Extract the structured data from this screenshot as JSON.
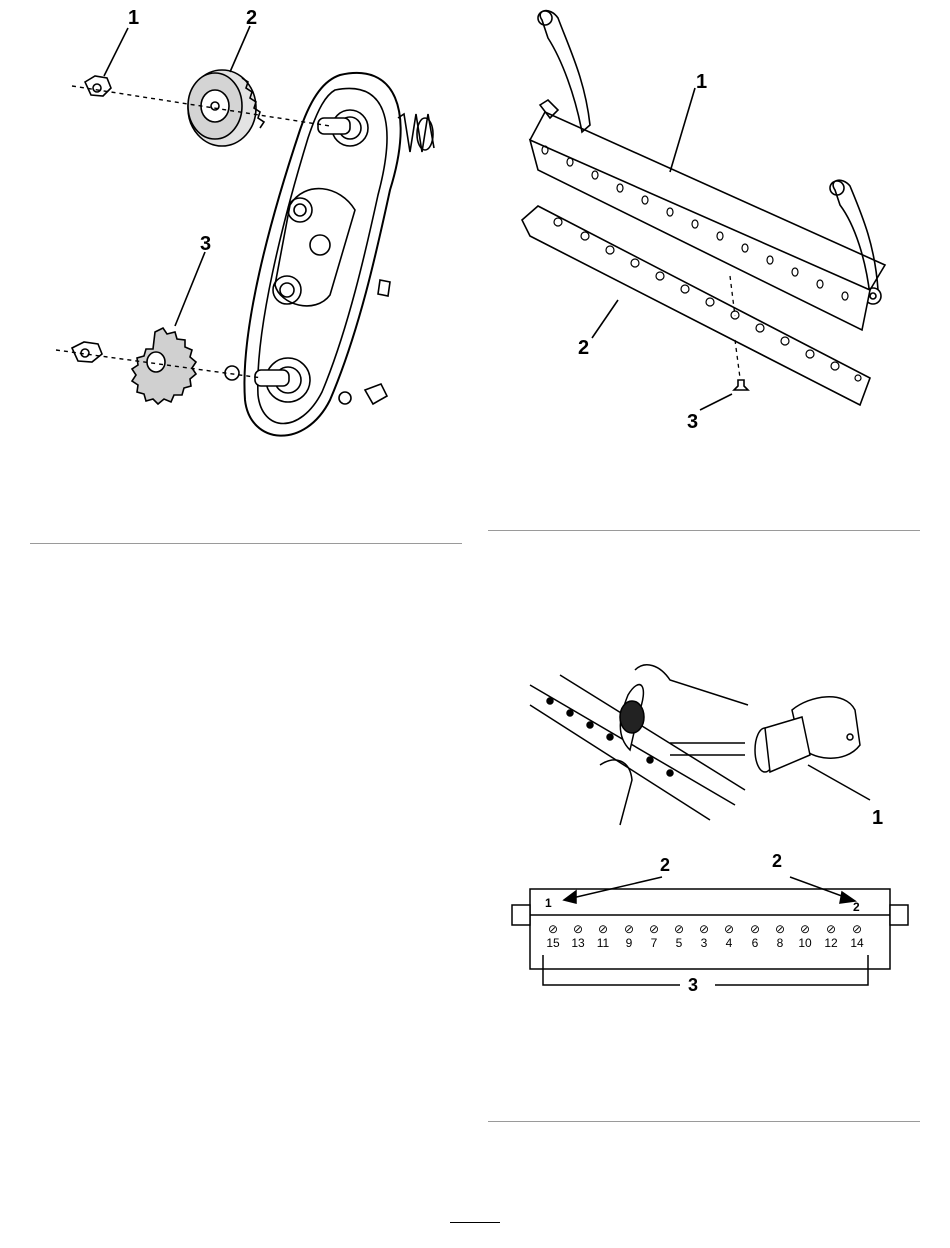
{
  "figures": {
    "gearbox": {
      "callouts": [
        "1",
        "2",
        "3"
      ]
    },
    "bedknife": {
      "callouts": [
        "1",
        "2",
        "3"
      ]
    },
    "screwdriver": {
      "callouts": [
        "1"
      ]
    },
    "torque_sequence": {
      "callouts": {
        "end_marker": "2",
        "group": "3"
      },
      "position_labels": [
        "1",
        "2"
      ],
      "sequence": [
        "15",
        "13",
        "11",
        "9",
        "7",
        "5",
        "3",
        "4",
        "6",
        "8",
        "10",
        "12",
        "14"
      ]
    }
  }
}
